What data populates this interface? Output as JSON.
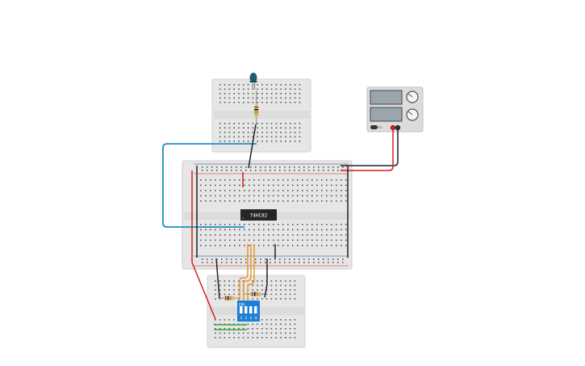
{
  "circuit": {
    "chip_label": "74HC82",
    "dip_switch_label": "ON",
    "dip_switch_numbers": [
      "1",
      "2",
      "3",
      "4"
    ],
    "power_supply_label": "",
    "colors": {
      "board": "#e6e6e6",
      "board_edge": "#cfcfcf",
      "wire_blue": "#1f8fc4",
      "wire_red": "#d41f1f",
      "wire_black": "#222222",
      "wire_orange": "#e39a2e",
      "wire_green": "#3aa640",
      "led": "#1c5b70",
      "chip": "#262626",
      "dip_switch": "#1e7fd6"
    }
  }
}
